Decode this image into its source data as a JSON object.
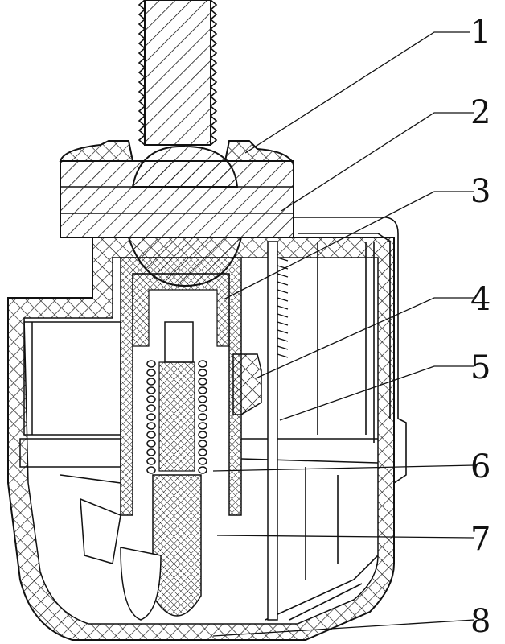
{
  "figure": {
    "part_labels": [
      {
        "number": "1"
      },
      {
        "number": "2"
      },
      {
        "number": "3"
      },
      {
        "number": "4"
      },
      {
        "number": "5"
      },
      {
        "number": "6"
      },
      {
        "number": "7"
      },
      {
        "number": "8"
      }
    ]
  }
}
